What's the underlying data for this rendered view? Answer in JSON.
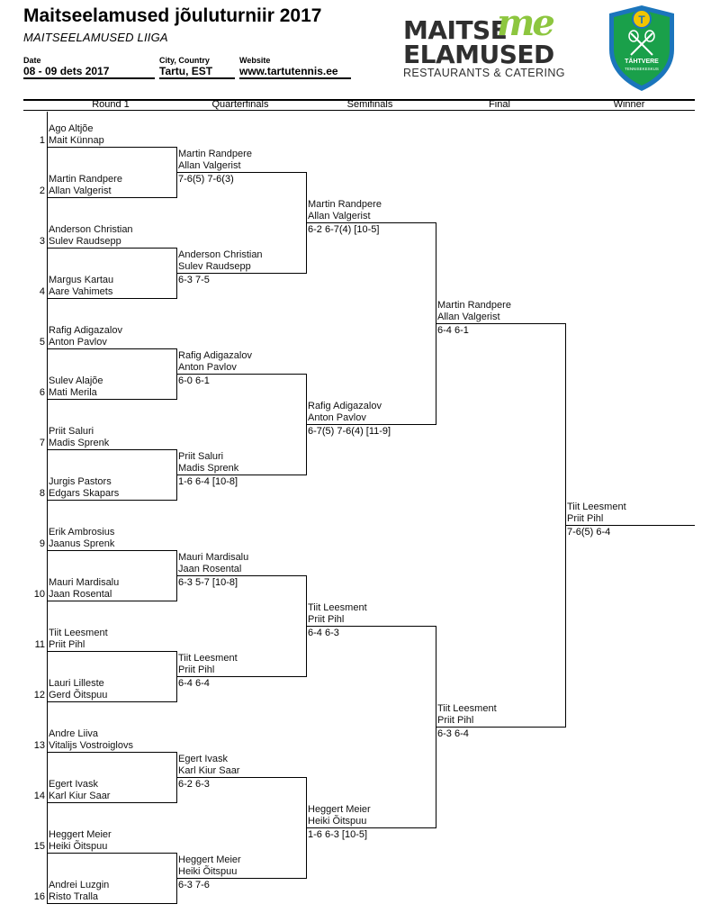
{
  "header": {
    "title": "Maitseelamused jõuluturniir 2017",
    "league": "MAITSEELAMUSED LIIGA",
    "date_label": "Date",
    "date_value": "08 - 09 dets 2017",
    "city_label": "City, Country",
    "city_value": "Tartu, EST",
    "website_label": "Website",
    "website_value": "www.tartutennis.ee"
  },
  "sponsor": {
    "line1": "MAITSE",
    "line2": "ELAMUSED",
    "line3": "RESTAURANTS & CATERING",
    "mark": "me"
  },
  "club": {
    "name": "TÄHTVERE",
    "subname": "TENNISEKESKUS"
  },
  "colors": {
    "sponsor_green": "#8dc63f",
    "club_green": "#1aa04a",
    "club_blue": "#1b75bc",
    "club_yellow": "#f2c500"
  },
  "rounds": [
    "Round 1",
    "Quarterfinals",
    "Semifinals",
    "Final",
    "Winner"
  ],
  "round1": [
    {
      "seed": "1",
      "p1": "Ago Altjõe",
      "p2": "Mait Künnap"
    },
    {
      "seed": "2",
      "p1": "Martin Randpere",
      "p2": "Allan Valgerist"
    },
    {
      "seed": "3",
      "p1": "Anderson Christian",
      "p2": "Sulev Raudsepp"
    },
    {
      "seed": "4",
      "p1": "Margus Kartau",
      "p2": "Aare Vahimets"
    },
    {
      "seed": "5",
      "p1": "Rafig Adigazalov",
      "p2": "Anton Pavlov"
    },
    {
      "seed": "6",
      "p1": "Sulev Alajõe",
      "p2": "Mati Merila"
    },
    {
      "seed": "7",
      "p1": "Priit Saluri",
      "p2": "Madis Sprenk"
    },
    {
      "seed": "8",
      "p1": "Jurgis Pastors",
      "p2": "Edgars Skapars"
    },
    {
      "seed": "9",
      "p1": "Erik Ambrosius",
      "p2": "Jaanus Sprenk"
    },
    {
      "seed": "10",
      "p1": "Mauri Mardisalu",
      "p2": "Jaan Rosental"
    },
    {
      "seed": "11",
      "p1": "Tiit Leesment",
      "p2": "Priit Pihl"
    },
    {
      "seed": "12",
      "p1": "Lauri Lilleste",
      "p2": "Gerd Õitspuu"
    },
    {
      "seed": "13",
      "p1": "Andre Liiva",
      "p2": "Vitalijs Vostroiglovs"
    },
    {
      "seed": "14",
      "p1": "Egert Ivask",
      "p2": "Karl Kiur Saar"
    },
    {
      "seed": "15",
      "p1": "Heggert Meier",
      "p2": "Heiki Õitspuu"
    },
    {
      "seed": "16",
      "p1": "Andrei Luzgin",
      "p2": "Risto Tralla"
    }
  ],
  "quarterfinals": [
    {
      "p1": "Martin Randpere",
      "p2": "Allan Valgerist",
      "score": "7-6(5) 7-6(3)"
    },
    {
      "p1": "Anderson Christian",
      "p2": "Sulev Raudsepp",
      "score": "6-3 7-5"
    },
    {
      "p1": "Rafig Adigazalov",
      "p2": "Anton Pavlov",
      "score": "6-0 6-1"
    },
    {
      "p1": "Priit Saluri",
      "p2": "Madis Sprenk",
      "score": "1-6 6-4 [10-8]"
    },
    {
      "p1": "Mauri Mardisalu",
      "p2": "Jaan Rosental",
      "score": "6-3 5-7 [10-8]"
    },
    {
      "p1": "Tiit Leesment",
      "p2": "Priit Pihl",
      "score": "6-4 6-4"
    },
    {
      "p1": "Egert Ivask",
      "p2": "Karl Kiur Saar",
      "score": "6-2 6-3"
    },
    {
      "p1": "Heggert Meier",
      "p2": "Heiki Õitspuu",
      "score": "6-3 7-6"
    }
  ],
  "semifinals": [
    {
      "p1": "Martin Randpere",
      "p2": "Allan Valgerist",
      "score": "6-2 6-7(4) [10-5]"
    },
    {
      "p1": "Rafig Adigazalov",
      "p2": "Anton Pavlov",
      "score": "6-7(5) 7-6(4) [11-9]"
    },
    {
      "p1": "Tiit Leesment",
      "p2": "Priit Pihl",
      "score": "6-4 6-3"
    },
    {
      "p1": "Heggert Meier",
      "p2": "Heiki Õitspuu",
      "score": "1-6 6-3 [10-5]"
    }
  ],
  "final": [
    {
      "p1": "Martin Randpere",
      "p2": "Allan Valgerist",
      "score": "6-4 6-1"
    },
    {
      "p1": "Tiit Leesment",
      "p2": "Priit Pihl",
      "score": "6-3 6-4"
    }
  ],
  "winner": [
    {
      "p1": "Tiit Leesment",
      "p2": "Priit Pihl",
      "score": "7-6(5) 6-4"
    }
  ]
}
